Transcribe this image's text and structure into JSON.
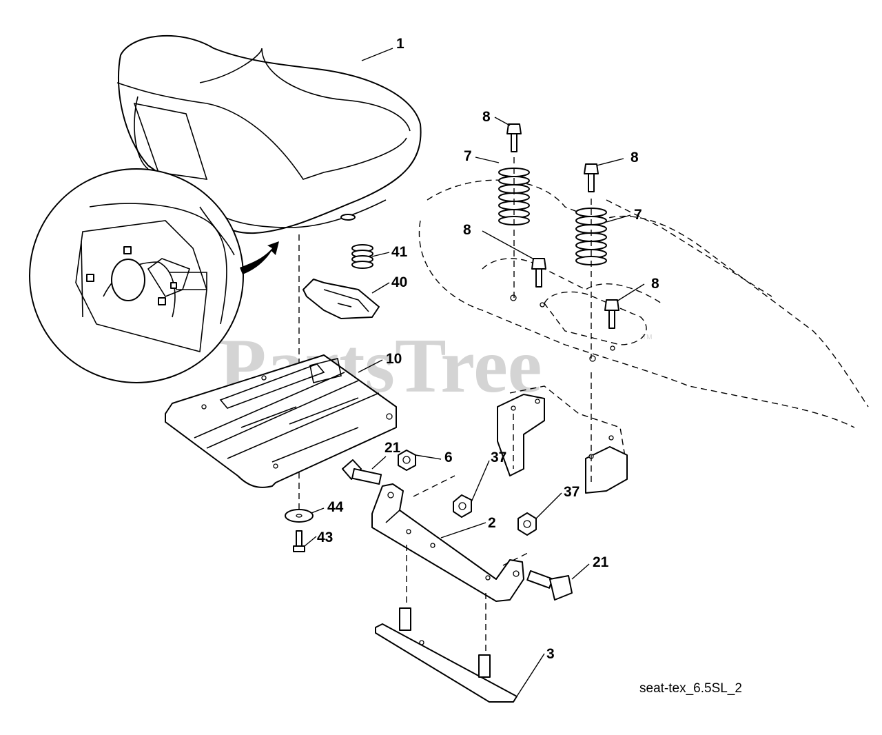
{
  "watermark": {
    "text": "PartsTree",
    "tm": "TM"
  },
  "caption": "seat-tex_6.5SL_2",
  "callouts": {
    "seat": "1",
    "seat_bracket": "2",
    "mount_plate": "3",
    "nut": "6",
    "spring_left": "7",
    "spring_right": "7",
    "bolt_top_left": "8",
    "bolt_top_right": "8",
    "bolt_mid_left": "8",
    "bolt_mid_right": "8",
    "seat_pan": "10",
    "bolt_left": "21",
    "bolt_right": "21",
    "locknut_upper": "37",
    "locknut_lower": "37",
    "clip": "40",
    "clip_spring": "41",
    "screw": "43",
    "washer": "44"
  }
}
